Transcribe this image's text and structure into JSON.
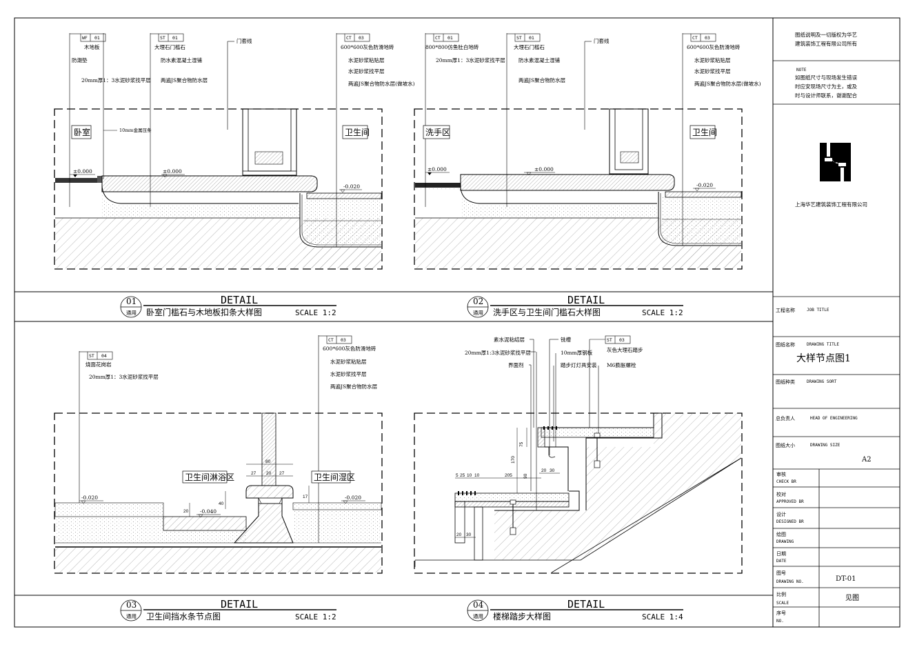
{
  "titleblock": {
    "copyright_1": "图纸说明及一切版权为华艺",
    "copyright_2": "建筑装饰工程有限公司所有",
    "note_label": "NOTE",
    "note_1": "如图纸尺寸与现场发生错误",
    "note_2": "时应安现场尺寸为主，或及",
    "note_3": "时与设计师联系，谢谢配合",
    "company": "上海华艺建筑装饰工程有限公司",
    "job_cn": "工程名称",
    "job_en": "JOB TITLE",
    "drawing_title_cn": "图纸名称",
    "drawing_title_en": "DRAWING TITLE",
    "drawing_title_value": "大样节点图1",
    "sort_cn": "图纸种类",
    "sort_en": "DRAWING SORT",
    "head_cn": "总负责人",
    "head_en": "HEAD OF ENGINEERING",
    "size_cn": "图纸大小",
    "size_en": "DRAWING SIZE",
    "size_value": "A2",
    "check_cn": "审核",
    "check_en": "CHECK  BR",
    "approved_cn": "校对",
    "approved_en": "APPROVED BR",
    "designed_cn": "设计",
    "designed_en": "DESIGNED BR",
    "drawing_cn": "绘图",
    "drawing_en": "DRAWING",
    "date_cn": "日期",
    "date_en": "DATE",
    "no_cn": "图号",
    "no_en": "DRAWING NO.",
    "no_value": "DT-01",
    "scale_cn": "比例",
    "scale_en": "SCALE",
    "scale_value": "见图",
    "seq_cn": "序号",
    "seq_en": "NO."
  },
  "details": [
    {
      "num": "01",
      "sheet": "通用",
      "heading": "DETAIL",
      "name": "卧室门槛石与木地板扣条大样图",
      "scale": "SCALE 1:2"
    },
    {
      "num": "02",
      "sheet": "通用",
      "heading": "DETAIL",
      "name": "洗手区与卫生间门槛石大样图",
      "scale": "SCALE 1:2"
    },
    {
      "num": "03",
      "sheet": "通用",
      "heading": "DETAIL",
      "name": "卫生间挡水条节点图",
      "scale": "SCALE 1:2"
    },
    {
      "num": "04",
      "sheet": "通用",
      "heading": "DETAIL",
      "name": "楼梯踏步大样图",
      "scale": "SCALE 1:4"
    }
  ],
  "d1": {
    "tag1": [
      "WF",
      "01"
    ],
    "tag2": [
      "ST",
      "01"
    ],
    "tag3": [
      "CT",
      "03"
    ],
    "a1": "木地板",
    "a2": "防潮垫",
    "a3": "20mm厚1：3水泥砂浆找平层",
    "b1": "大理石门槛石",
    "b2": "防水素混凝土湿铺",
    "b3": "两遍JS聚合物防水层",
    "c1": "门套线",
    "d1": "600*600灰色防滑地砖",
    "d2": "水泥砂浆粘贴层",
    "d3": "水泥砂浆找平层",
    "d4": "两遍JS聚合物防水层(做坡水)",
    "room_left": "卧室",
    "room_right": "卫生间",
    "strip": "10mm金属压条",
    "lv1": "±0.000",
    "lv2": "±0.000",
    "lv3": "-0.020"
  },
  "d2": {
    "tag1": [
      "CT",
      "01"
    ],
    "tag2": [
      "ST",
      "01"
    ],
    "tag3": [
      "CT",
      "03"
    ],
    "a1": "800*800仿鱼肚白地砖",
    "a2": "20mm厚1：3水泥砂浆找平层",
    "b1": "大理石门槛石",
    "b2": "防水素混凝土湿铺",
    "b3": "两遍JS聚合物防水层",
    "c1": "门套线",
    "d1": "600*600灰色防滑地砖",
    "d2": "水泥砂浆粘贴层",
    "d3": "水泥砂浆找平层",
    "d4": "两遍JS聚合物防水层(做坡水)",
    "room_left": "洗手区",
    "room_right": "卫生间",
    "lv1": "±0.000",
    "lv2": "±0.000",
    "lv3": "-0.020"
  },
  "d3": {
    "tag1": [
      "ST",
      "04"
    ],
    "tag2": [
      "CT",
      "03"
    ],
    "a1": "烧面花岗岩",
    "a2": "20mm厚1：3水泥砂浆找平层",
    "d1": "600*600灰色防滑地砖",
    "d2": "水泥砂浆粘贴层",
    "d3": "水泥砂浆找平层",
    "d4": "两遍JS聚合物防水层",
    "room_left": "卫生间淋浴区",
    "room_right": "卫生间湿区",
    "lv1": "-0.020",
    "lv2": "-0.040",
    "lv3": "-0.020",
    "dims": [
      "80",
      "27",
      "20",
      "27",
      "40",
      "20",
      "17"
    ]
  },
  "d4": {
    "tag1": [
      "ST",
      "03"
    ],
    "a1": "素水泥粘结层",
    "a2": "20mm厚1:3水泥砂浆找平层",
    "a3": "界面剂",
    "b1": "铣槽",
    "b2": "10mm厚钢板",
    "b3": "踏步灯灯具安装",
    "c1": "灰色大理石踏步",
    "c2": "M6膨胀螺栓",
    "dims": [
      "75",
      "170",
      "205",
      "5",
      "25",
      "10",
      "10",
      "20",
      "30",
      "90",
      "20",
      "30"
    ]
  }
}
